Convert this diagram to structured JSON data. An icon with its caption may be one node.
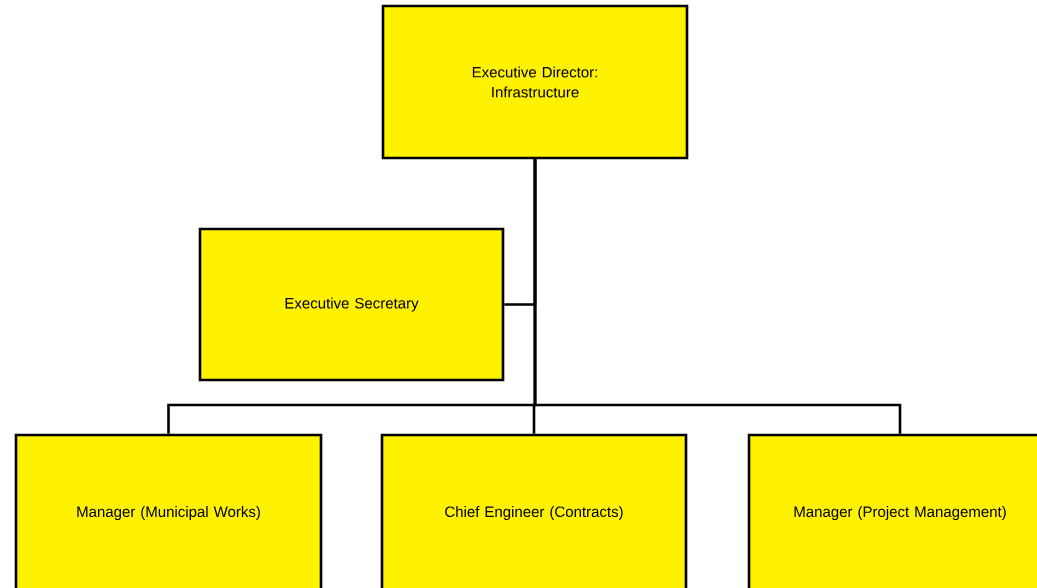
{
  "diagram": {
    "nodes": [
      {
        "text": [
          "Executive Director: Infrastructure"
        ]
      },
      {
        "text": [
          "Executive Secretary"
        ]
      },
      {
        "text": [
          "Manager (Municipal Works)"
        ]
      },
      {
        "text": [
          "Chief Engineer (Contracts)"
        ]
      },
      {
        "text": [
          "Manager (Project Management)"
        ]
      }
    ],
    "edges": [
      {
        "from": 0,
        "to": 1,
        "arrow": "none"
      },
      {
        "from": 0,
        "to": 2,
        "arrow": "none"
      },
      {
        "from": 0,
        "to": 3,
        "arrow": "none"
      },
      {
        "from": 0,
        "to": 4,
        "arrow": "none"
      }
    ]
  }
}
